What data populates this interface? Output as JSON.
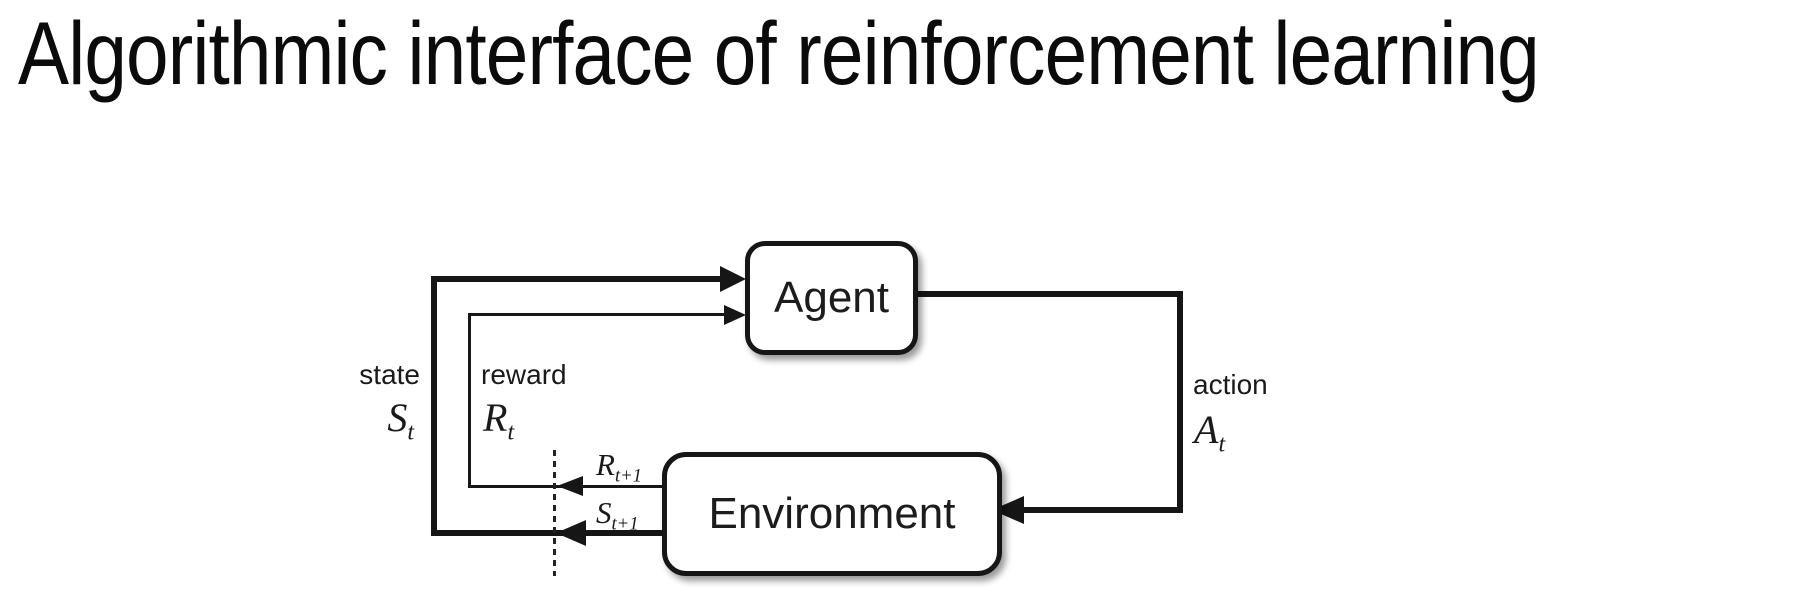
{
  "title": "Algorithmic interface of reinforcement learning",
  "diagram": {
    "nodes": {
      "agent": "Agent",
      "environment": "Environment"
    },
    "labels": {
      "state_word": "state",
      "state_symbol": "S",
      "state_sub": "t",
      "reward_word": "reward",
      "reward_symbol": "R",
      "reward_sub": "t",
      "action_word": "action",
      "action_symbol": "A",
      "action_sub": "t",
      "next_reward_symbol": "R",
      "next_reward_sub": "t+1",
      "next_state_symbol": "S",
      "next_state_sub": "t+1"
    },
    "colors": {
      "line": "#161616",
      "text": "#1a1a1a",
      "background": "#ffffff"
    }
  }
}
